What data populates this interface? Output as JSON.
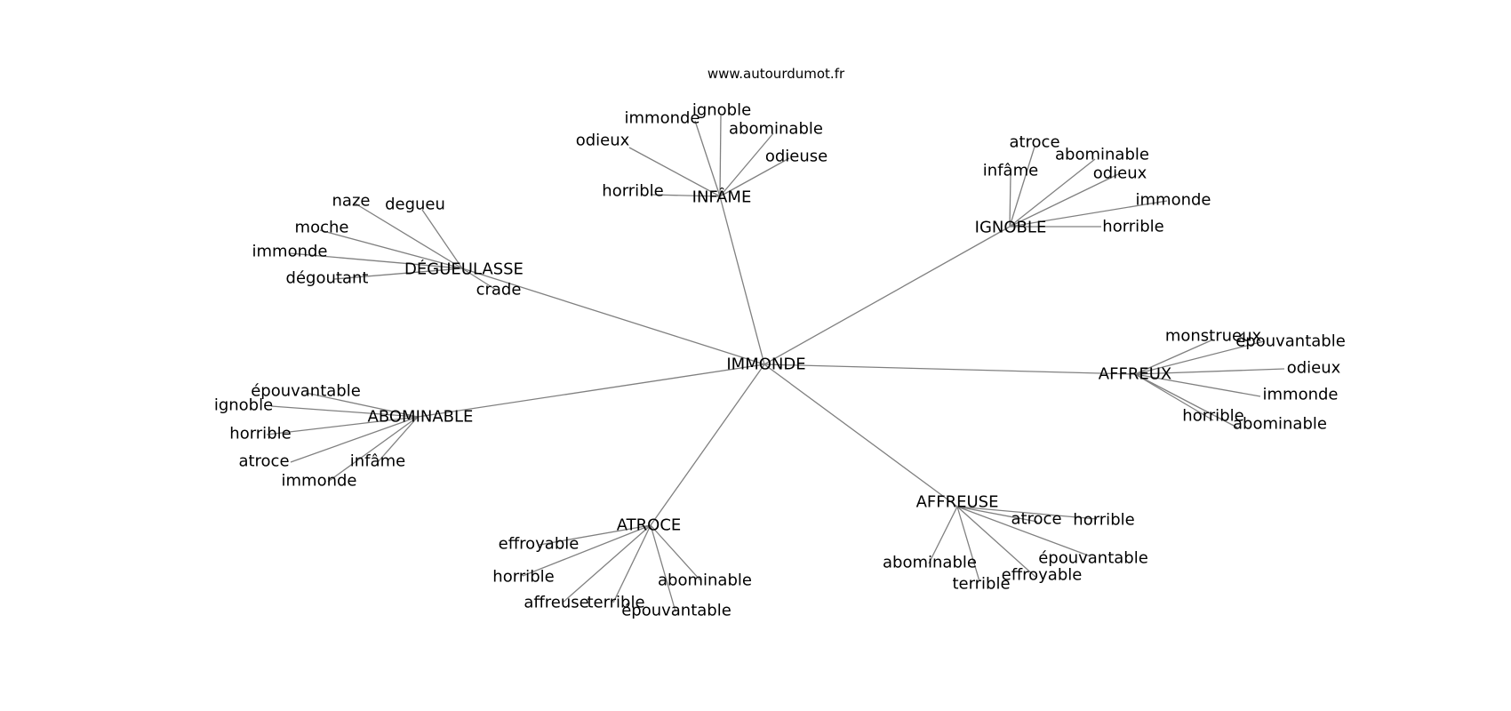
{
  "credit": "www.autourdumot.fr",
  "center": "IMMONDE",
  "clusters": [
    {
      "hub": "INFÂME",
      "leaves": [
        "immonde",
        "ignoble",
        "abominable",
        "odieux",
        "odieuse",
        "horrible"
      ]
    },
    {
      "hub": "IGNOBLE",
      "leaves": [
        "atroce",
        "abominable",
        "infâme",
        "odieux",
        "immonde",
        "horrible"
      ]
    },
    {
      "hub": "DÉGUEULASSE",
      "leaves": [
        "naze",
        "degueu",
        "moche",
        "immonde",
        "dégoutant",
        "crade"
      ]
    },
    {
      "hub": "AFFREUX",
      "leaves": [
        "monstrueux",
        "épouvantable",
        "odieux",
        "immonde",
        "horrible",
        "abominable"
      ]
    },
    {
      "hub": "ABOMINABLE",
      "leaves": [
        "épouvantable",
        "ignoble",
        "horrible",
        "atroce",
        "infâme",
        "immonde"
      ]
    },
    {
      "hub": "AFFREUSE",
      "leaves": [
        "atroce",
        "horrible",
        "épouvantable",
        "abominable",
        "effroyable",
        "terrible"
      ]
    },
    {
      "hub": "ATROCE",
      "leaves": [
        "effroyable",
        "horrible",
        "abominable",
        "affreuse",
        "terrible",
        "épouvantable"
      ]
    }
  ]
}
